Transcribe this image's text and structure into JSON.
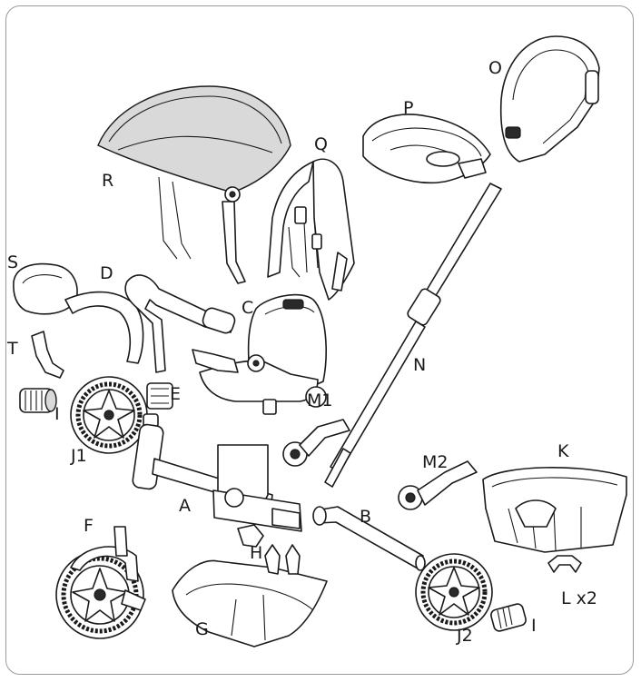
{
  "labels": {
    "A": "A",
    "B": "B",
    "C": "C",
    "D": "D",
    "E": "E",
    "F": "F",
    "G": "G",
    "H": "H",
    "I1": "I",
    "I2": "I",
    "J1": "J1",
    "J2": "J2",
    "K": "K",
    "L": "L x2",
    "M1": "M1",
    "M2": "M2",
    "N": "N",
    "O": "O",
    "P": "P",
    "Q": "Q",
    "R": "R",
    "S": "S",
    "T": "T"
  },
  "colors": {
    "line": "#1a1a1a",
    "frame": "#9a9a9a",
    "shade": "#d9d9d9"
  }
}
